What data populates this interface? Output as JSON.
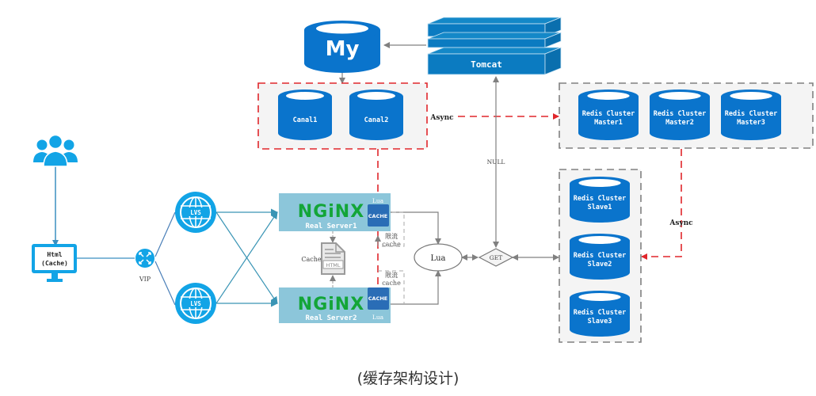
{
  "caption": "(缓存架构设计)",
  "colors": {
    "db_blue": "#0a74cc",
    "light_blue": "#12a4e6",
    "nginx_box": "#8cc6da",
    "nginx_green": "#13a538",
    "cache_badge": "#2a6db6",
    "red_dashed": "#e0262b",
    "gray_line": "#808080",
    "tomcat_blue": "#0b7bc1"
  },
  "client": {
    "users_icon": "users-icon",
    "monitor_label_line1": "Html",
    "monitor_label_line2": "(Cache)"
  },
  "vip": {
    "label": "VIP",
    "icon": "router-icon"
  },
  "lvs": [
    {
      "label": "LVS"
    },
    {
      "label": "LVS"
    }
  ],
  "nginx_servers": [
    {
      "logo": "NGiNX",
      "name": "Real Server1",
      "lua_label": "Lua",
      "cache_badge": "CACHE",
      "limit_label_line1": "限流",
      "limit_label_line2": "cache"
    },
    {
      "logo": "NGiNX",
      "name": "Real Server2",
      "lua_label": "Lua",
      "cache_badge": "CACHE",
      "limit_label_line1": "限流",
      "limit_label_line2": "cache"
    }
  ],
  "html_cache": {
    "label": "Cache",
    "doc_label": "HTML"
  },
  "lua_node": {
    "label": "Lua"
  },
  "get_node": {
    "label": "GET"
  },
  "null_label": "NULL",
  "mysql": {
    "label": "My"
  },
  "tomcat": {
    "label": "Tomcat"
  },
  "canal_group": {
    "items": [
      {
        "label": "Canal1"
      },
      {
        "label": "Canal2"
      }
    ]
  },
  "async_labels": {
    "top": "Async",
    "right": "Async"
  },
  "redis_masters": [
    {
      "line1": "Redis Cluster",
      "line2": "Master1"
    },
    {
      "line1": "Redis Cluster",
      "line2": "Master2"
    },
    {
      "line1": "Redis Cluster",
      "line2": "Master3"
    }
  ],
  "redis_slaves": [
    {
      "line1": "Redis Cluster",
      "line2": "Slave1"
    },
    {
      "line1": "Redis Cluster",
      "line2": "Slave2"
    },
    {
      "line1": "Redis Cluster",
      "line2": "Slave3"
    }
  ]
}
